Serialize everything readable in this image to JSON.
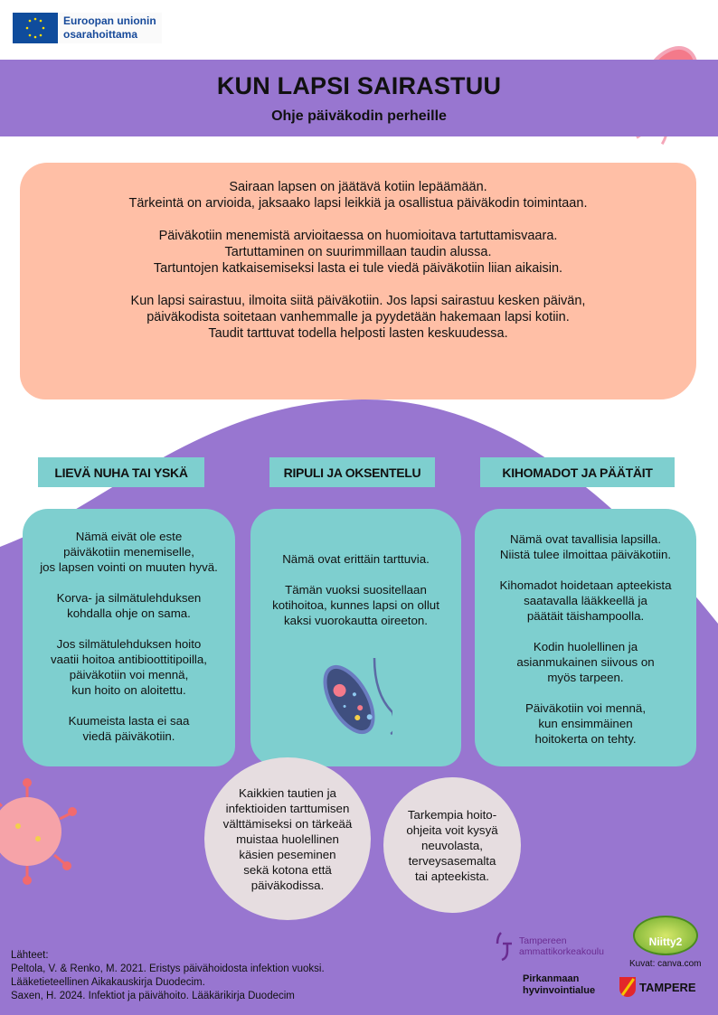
{
  "header": {
    "eu_logo_text": "Euroopan unionin\nosarahoittama",
    "title": "KUN LAPSI SAIRASTUU",
    "subtitle": "Ohje päiväkodin perheille"
  },
  "intro": {
    "paragraphs": [
      "Sairaan lapsen on jäätävä kotiin lepäämään.\nTärkeintä on arvioida, jaksaako lapsi leikkiä ja osallistua päiväkodin toimintaan.",
      "Päiväkotiin menemistä arvioitaessa on huomioitava tartuttamisvaara.\nTartuttaminen on suurimmillaan taudin alussa.\nTartuntojen katkaisemiseksi lasta ei tule viedä päiväkotiin liian aikaisin.",
      "Kun lapsi sairastuu, ilmoita siitä päiväkotiin. Jos lapsi sairastuu kesken päivän,\npäiväkodista soitetaan vanhemmalle ja pyydetään hakemaan lapsi kotiin.\nTaudit tarttuvat todella helposti lasten keskuudessa."
    ]
  },
  "columns": [
    {
      "heading": "LIEVÄ NUHA TAI YSKÄ",
      "paragraphs": [
        "Nämä eivät ole este\npäiväkotiin menemiselle,\njos lapsen vointi on muuten hyvä.",
        "Korva- ja silmätulehduksen\nkohdalla ohje on sama.",
        "Jos silmätulehduksen hoito\nvaatii hoitoa antibioottitipoilla,\npäiväkotiin voi mennä,\nkun hoito on aloitettu.",
        "Kuumeista lasta ei saa\nviedä päiväkotiin."
      ]
    },
    {
      "heading": "RIPULI JA OKSENTELU",
      "paragraphs": [
        "Nämä ovat erittäin tarttuvia.",
        "Tämän vuoksi suositellaan\nkotihoitoa, kunnes lapsi on ollut\nkaksi vuorokautta oireeton."
      ]
    },
    {
      "heading": "KIHOMADOT JA PÄÄTÄIT",
      "paragraphs": [
        "Nämä ovat tavallisia lapsilla.\nNiistä tulee ilmoittaa päiväkotiin.",
        "Kihomadot hoidetaan apteekista\nsaatavalla lääkkeellä ja\npäätäit täishampoolla.",
        "Kodin huolellinen ja\nasianmukainen siivous on\nmyös tarpeen.",
        "Päiväkotiin voi mennä,\nkun ensimmäinen\nhoitokerta on tehty."
      ]
    }
  ],
  "bubbles": [
    "Kaikkien tautien ja\ninfektioiden tarttumisen\nvälttämiseksi on tärkeää\nmuistaa huolellinen\nkäsien peseminen\nsekä kotona että\npäiväkodissa.",
    "Tarkempia hoito-\nohjeita voit kysyä\nneuvolasta,\nterveysasemalta\ntai apteekista."
  ],
  "footer": {
    "sources_label": "Lähteet:",
    "sources": [
      "Peltola, V. & Renko, M. 2021. Eristys päivähoidosta infektion vuoksi.\nLääketieteellinen Aikakauskirja Duodecim.",
      "Saxen, H. 2024. Infektiot ja päivähoito. Lääkärikirja Duodecim"
    ],
    "tamk_logo": "Tampereen\nammattikorkeakoulu",
    "pirkanmaa_logo": "Pirkanmaan\nhyvinvointialue",
    "niitty_logo": "Niitty2",
    "images_credit": "Kuvat: canva.com",
    "tampere_logo": "TAMPERE"
  },
  "colors": {
    "purple": "#9876d0",
    "peach": "#ffbfa6",
    "teal": "#7ecfcf",
    "bubble": "#e6dde0"
  }
}
